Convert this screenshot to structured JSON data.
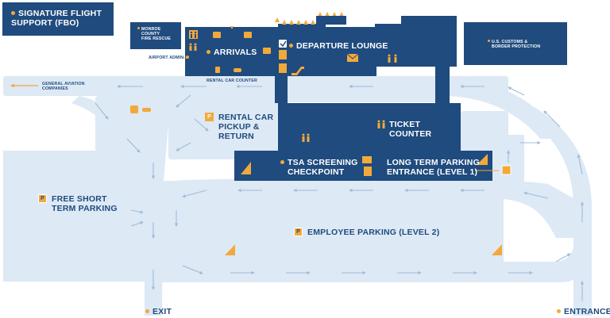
{
  "labels": {
    "signature_flight": [
      "SIGNATURE FLIGHT",
      "SUPPORT (FBO)"
    ],
    "fire_rescue": [
      "MONROE",
      "COUNTY",
      "FIRE RESCUE"
    ],
    "airport_admin": "AIRPORT ADMIN",
    "arrivals": "ARRIVALS",
    "rental_car_counter": "RENTAL CAR COUNTER",
    "departure_lounge": "DEPARTURE LOUNGE",
    "customs": [
      "U.S. CUSTOMS &",
      "BORDER PROTECTION"
    ],
    "general_aviation": [
      "GENERAL AVIATION",
      "COMPANIES"
    ],
    "rental_car_pickup": [
      "RENTAL CAR",
      "PICKUP &",
      "RETURN"
    ],
    "ticket_counter": [
      "TICKET",
      "COUNTER"
    ],
    "tsa": [
      "TSA SCREENING",
      "CHECKPOINT"
    ],
    "long_term": [
      "LONG TERM PARKING",
      "ENTRANCE (LEVEL 1)"
    ],
    "free_short_term": [
      "FREE SHORT",
      "TERM PARKING"
    ],
    "employee_parking": "EMPLOYEE PARKING (LEVEL 2)",
    "exit": "EXIT",
    "entrance": "ENTRANCE",
    "parking_symbol": "P"
  },
  "colors": {
    "building": "#1f4b7e",
    "road": "#dde9f5",
    "road_edge": "#c9dcee",
    "arrow": "#9fbcd9",
    "accent": "#f2a93b"
  },
  "icons": [
    "restroom-icon",
    "luggage-icon",
    "car-icon",
    "bus-icon",
    "escalator-icon",
    "mail-icon",
    "elevator-icon",
    "family-restroom-icon",
    "airplane-icon",
    "parking-icon"
  ]
}
